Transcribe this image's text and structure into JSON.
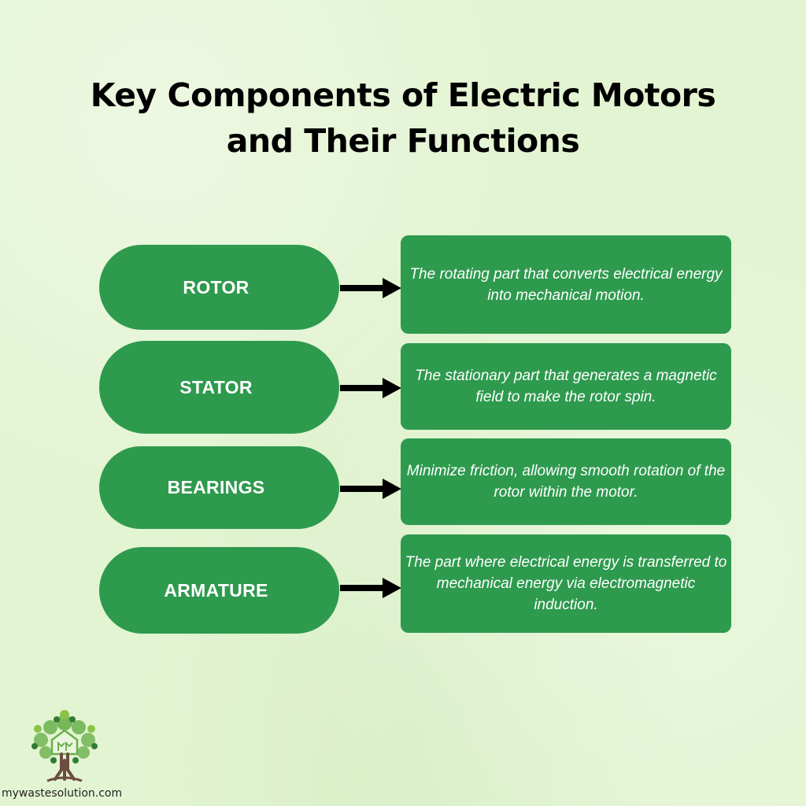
{
  "title": {
    "line1": "Key Components of Electric Motors",
    "line2": "and Their Functions"
  },
  "components": [
    {
      "name": "ROTOR",
      "description": "The rotating part that converts electrical energy into mechanical motion."
    },
    {
      "name": "STATOR",
      "description": "The stationary part that generates a magnetic field to make the rotor spin."
    },
    {
      "name": "BEARINGS",
      "description": "Minimize friction, allowing smooth rotation of the rotor within the motor."
    },
    {
      "name": "ARMATURE",
      "description": "The part where electrical energy is transferred to mechanical energy via electromagnetic induction."
    }
  ],
  "brand": {
    "site": "mywastesolution.com",
    "logo_icon": "tree-logo-icon"
  },
  "colors": {
    "background": "#e3f4d2",
    "box_green": "#2e9a4e",
    "text_white": "#ffffff",
    "arrow": "#000000"
  }
}
